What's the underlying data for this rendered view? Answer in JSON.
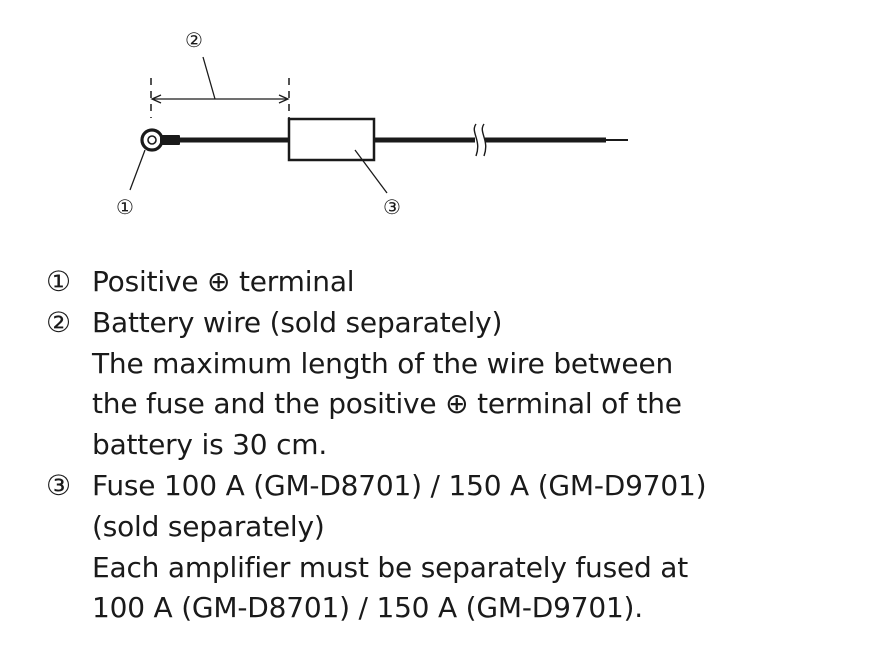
{
  "diagram": {
    "callouts": [
      "②",
      "①",
      "③"
    ]
  },
  "legend": [
    {
      "number": "①",
      "lines": [
        "Positive ⊕ terminal"
      ]
    },
    {
      "number": "②",
      "lines": [
        "Battery wire (sold separately)",
        "The maximum length of the wire between",
        "the fuse and the positive ⊕ terminal of the",
        "battery is 30 cm."
      ]
    },
    {
      "number": "③",
      "lines": [
        "Fuse 100 A (GM-D8701) / 150 A (GM-D9701)",
        "(sold separately)",
        "Each amplifier must be separately fused at",
        "100 A (GM-D8701) / 150 A (GM-D9701)."
      ]
    }
  ]
}
